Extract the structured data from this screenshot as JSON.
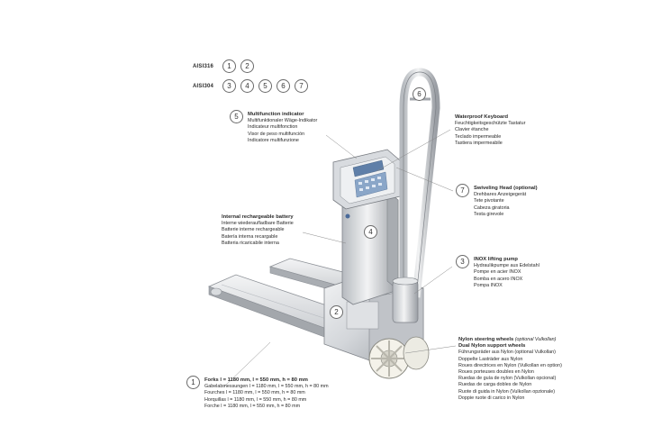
{
  "legend": [
    {
      "label": "AISI316",
      "numbers": [
        "1",
        "2"
      ]
    },
    {
      "label": "AISI304",
      "numbers": [
        "3",
        "4",
        "5",
        "6",
        "7"
      ]
    }
  ],
  "callouts": {
    "handle": "6",
    "column": "4",
    "forks": "2"
  },
  "multifunction": {
    "num": "5",
    "title": "Multifunction indicator",
    "lines": [
      "Multifunktionaler Wäge-Indikator",
      "Indicateur multifonction",
      "Visor de peso multifunción",
      "Indicatore multifunzione"
    ]
  },
  "keyboard": {
    "title": "Waterproof Keyboard",
    "lines": [
      "Feuchtigkeitsgeschützte Tastatur",
      "Clavier étanche",
      "Teclado impermeable",
      "Tastiera impermeabile"
    ]
  },
  "swivel": {
    "num": "7",
    "title": "Swiveling Head (optional)",
    "lines": [
      "Drehbares Anzeigegerät",
      "Tete pivotante",
      "Cabeza giratoria",
      "Testa girevole"
    ]
  },
  "battery": {
    "title": "Internal rechargeable battery",
    "lines": [
      "Interne wiederaufladbare Batterie",
      "Batterie interne rechargeable",
      "Batería interna recargable",
      "Batteria ricaricabile interna"
    ]
  },
  "pump": {
    "num": "3",
    "title": "INOX lifting pump",
    "lines": [
      "Hydraulikpumpe aus Edelstahl",
      "Pompe en acier INOX",
      "Bomba en acero INOX",
      "Pompa INOX"
    ]
  },
  "wheels": {
    "title_a": "Nylon steering wheels",
    "title_a_opt": "(optional Vulkollan)",
    "title_b": "Dual Nylon support wheels",
    "lines": [
      "Führungsräder aus Nylon (optional Vulkollan)",
      "Doppelte Lasträder aus Nylon",
      "Roues directrices en Nylon (Vulkollan en option)",
      "Roues porteuses doubles en Nylon",
      "Ruedas de guía de nylon (Vulkollan opcional)",
      "Ruedas de carga dobles de Nylon",
      "Ruote di guida in Nylon (Vulkollan opzionale)",
      "Doppie ruote di carico in Nylon"
    ]
  },
  "forks": {
    "num": "1",
    "title": "Forks l = 1180 mm, l = 550 mm, h = 80 mm",
    "lines": [
      "Gabelabmessungen l = 1180 mm, l = 550 mm, h = 80 mm",
      "Fourches l = 1180 mm, l = 550 mm, h = 80 mm",
      "Horquillas l = 1180 mm, l = 550 mm, h = 80 mm",
      "Forche l = 1180 mm, l = 550 mm, h = 80 mm"
    ]
  },
  "colors": {
    "steel_light": "#e8e9eb",
    "steel_mid": "#c4c7cc",
    "steel_dark": "#8c9096",
    "display_blue": "#6f8fb8",
    "leader": "#8a8a8a"
  }
}
